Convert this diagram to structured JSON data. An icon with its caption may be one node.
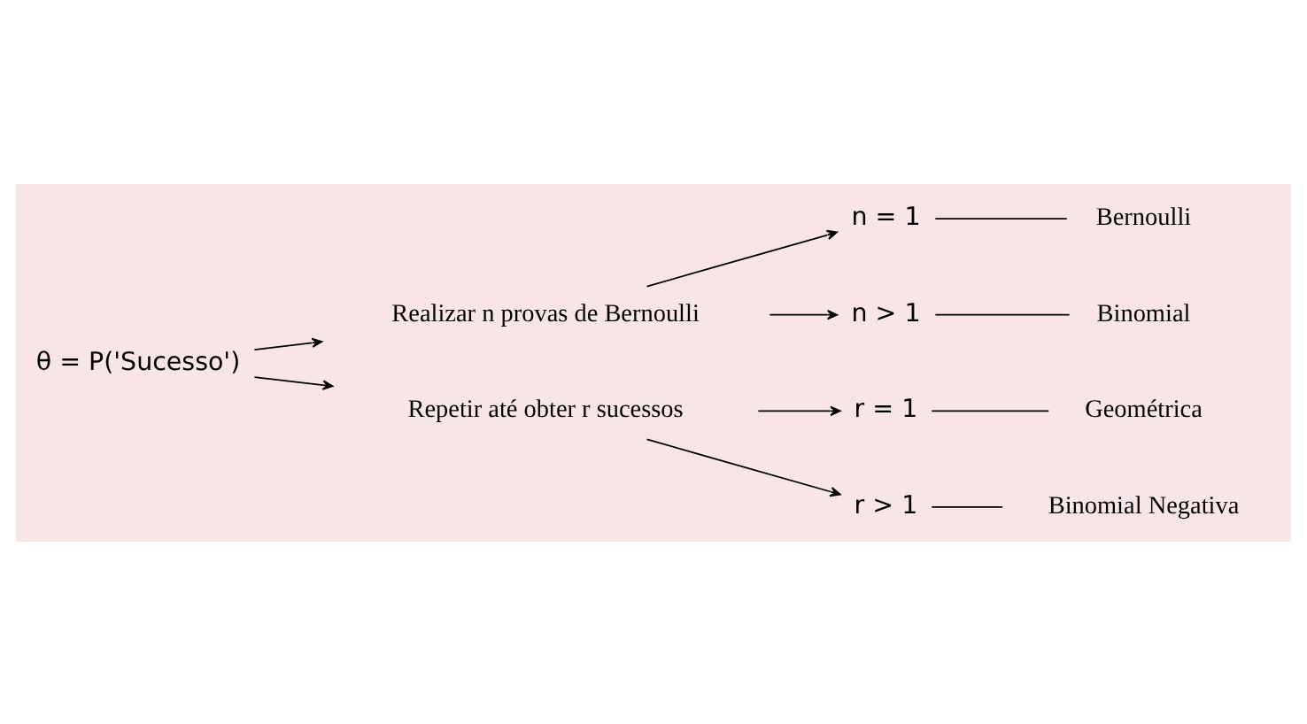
{
  "diagram": {
    "nodes": [
      {
        "text": [
          "θ = P('Sucesso')"
        ]
      },
      {
        "text": [
          "Realizar n provas de Bernoulli"
        ]
      },
      {
        "text": [
          "Repetir até obter r sucessos"
        ]
      },
      {
        "text": [
          "n = 1"
        ]
      },
      {
        "text": [
          "Bernoulli"
        ]
      },
      {
        "text": [
          "n > 1"
        ]
      },
      {
        "text": [
          "Binomial"
        ]
      },
      {
        "text": [
          "r = 1"
        ]
      },
      {
        "text": [
          "Geométrica"
        ]
      },
      {
        "text": [
          "r > 1"
        ]
      },
      {
        "text": [
          "Binomial Negativa"
        ]
      }
    ],
    "edges": [
      {
        "from": 0,
        "to": 1,
        "arrow": "to"
      },
      {
        "from": 0,
        "to": 2,
        "arrow": "to"
      },
      {
        "from": 1,
        "to": 3,
        "arrow": "to"
      },
      {
        "from": 1,
        "to": 5,
        "arrow": "to"
      },
      {
        "from": 2,
        "to": 7,
        "arrow": "to"
      },
      {
        "from": 2,
        "to": 9,
        "arrow": "to"
      },
      {
        "from": 3,
        "to": 4,
        "arrow": "none"
      },
      {
        "from": 5,
        "to": 6,
        "arrow": "none"
      },
      {
        "from": 7,
        "to": 8,
        "arrow": "none"
      },
      {
        "from": 9,
        "to": 10,
        "arrow": "none"
      }
    ]
  }
}
